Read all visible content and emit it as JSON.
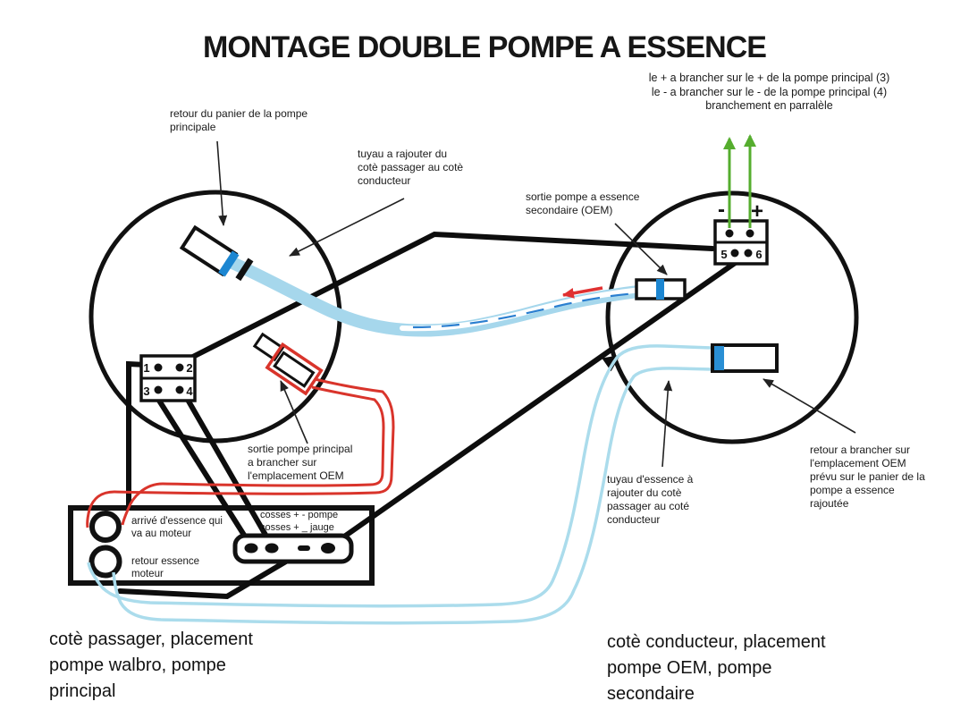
{
  "title": "MONTAGE DOUBLE POMPE A ESSENCE",
  "notes": {
    "wiring_parallel": "le + a brancher sur le + de la pompe principal (3)\nle - a brancher sur le - de la pompe principal (4)\nbranchement en parralèle",
    "retour_panier": "retour du panier de la pompe\nprincipale",
    "tuyau_rajouter": "tuyau a rajouter du\ncotè passager au cotè\nconducteur",
    "sortie_secondaire": "sortie pompe a essence\nsecondaire (OEM)",
    "sortie_principal": "sortie pompe principal\na brancher sur\nl'emplacement OEM",
    "arrivee_essence": "arrivé d'essence qui\nva au moteur",
    "retour_essence": "retour essence\nmoteur",
    "cosses": "cosses + - pompe\ncosses + _ jauge",
    "tuyau_essence": "tuyau d'essence à\nrajouter du cotè\npassager au coté\nconducteur",
    "retour_brancher": "retour a brancher sur\nl'emplacement OEM\nprévu sur le panier de la\npompe a essence\nrajoutée",
    "caption_left": "cotè passager, placement\npompe walbro, pompe\nprincipal",
    "caption_right": "cotè conducteur, placement\npompe OEM, pompe\nsecondaire"
  },
  "connectors": {
    "left": {
      "pins": [
        "1",
        "2",
        "3",
        "4"
      ]
    },
    "right": {
      "pins": [
        "5",
        "6"
      ],
      "polarity_minus": "-",
      "polarity_plus": "+"
    }
  },
  "colors": {
    "tube_light_blue": "#a6d7ec",
    "band_blue": "#1c86d1",
    "wire_red": "#d9342b",
    "flow_arrow_red": "#e03131",
    "arrow_green": "#55ad2e",
    "line_black": "#111111"
  }
}
